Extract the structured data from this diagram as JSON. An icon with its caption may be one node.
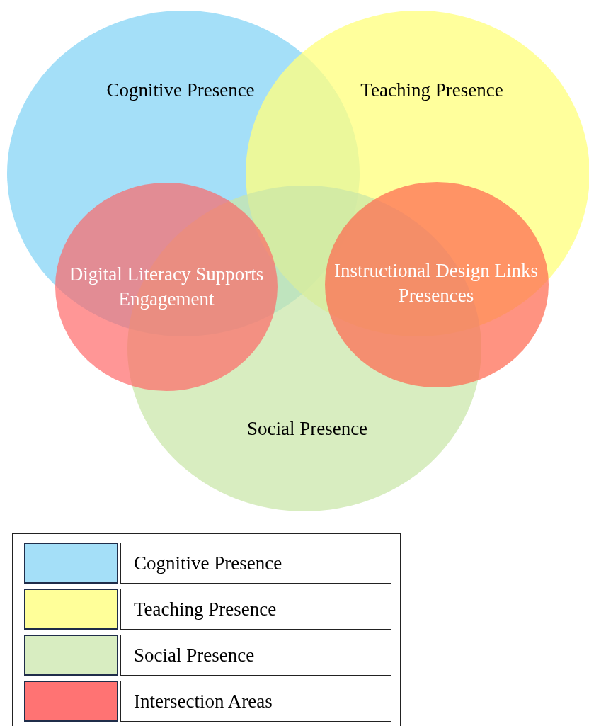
{
  "diagram": {
    "nodes": [
      {
        "text": [
          "Cognitive Presence"
        ]
      },
      {
        "text": [
          "Teaching Presence"
        ]
      },
      {
        "text": [
          "Social Presence"
        ]
      },
      {
        "text": [
          "Digital Literacy Supports Engagement"
        ]
      },
      {
        "text": [
          "Instructional Design Links Presences"
        ]
      }
    ],
    "legend": [
      {
        "text": "Cognitive Presence",
        "color": "#a4dff8"
      },
      {
        "text": "Teaching Presence",
        "color": "#ffff99"
      },
      {
        "text": "Social Presence",
        "color": "#d8edc1"
      },
      {
        "text": "Intersection Areas",
        "color": "#ff7373"
      }
    ]
  }
}
